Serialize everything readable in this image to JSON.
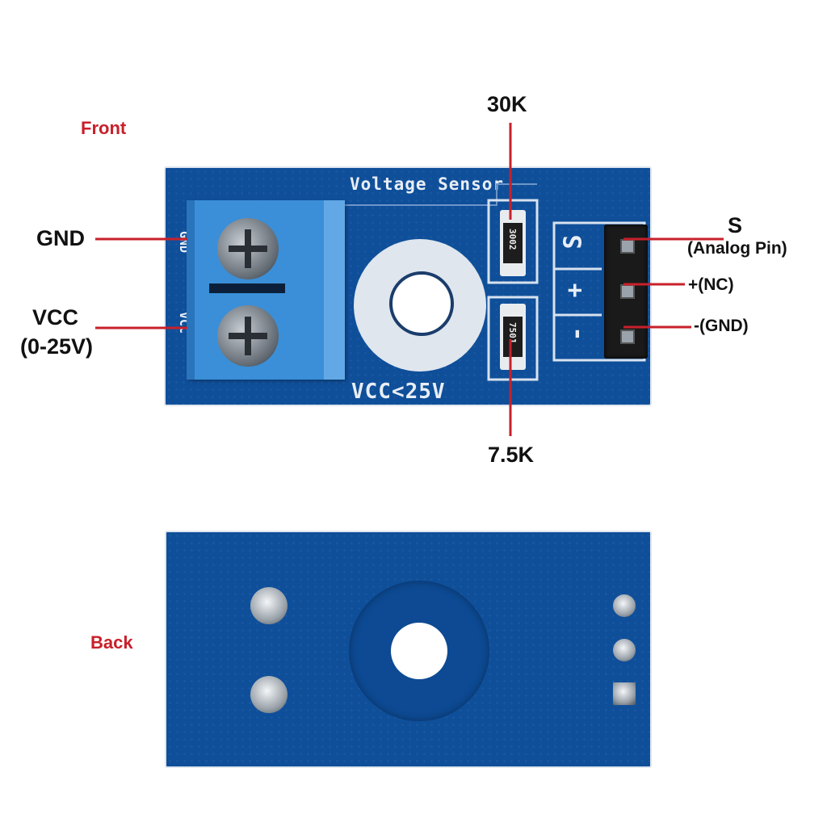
{
  "front": {
    "section_label": "Front",
    "board_title": "Voltage Sensor",
    "board_rating": "VCC<25V",
    "terminal_silk": [
      "GND",
      "VCC"
    ],
    "pin_silk": [
      "S",
      "+",
      "-"
    ],
    "resistor_top_code": "3002",
    "resistor_bottom_code": "7501",
    "callouts": {
      "top_resistor": "30K",
      "bottom_resistor": "7.5K",
      "gnd": "GND",
      "vcc": "VCC",
      "vcc_range": "(0-25V)",
      "s_pin": "S",
      "s_pin_desc": "(Analog Pin)",
      "plus_pin": "+(NC)",
      "minus_pin": "-(GND)"
    }
  },
  "back": {
    "section_label": "Back"
  },
  "colors": {
    "label_red": "#c8202a",
    "board_blue": "#0f4f9a",
    "terminal_blue": "#3a8fd8",
    "leader_line": "#c8202a"
  }
}
